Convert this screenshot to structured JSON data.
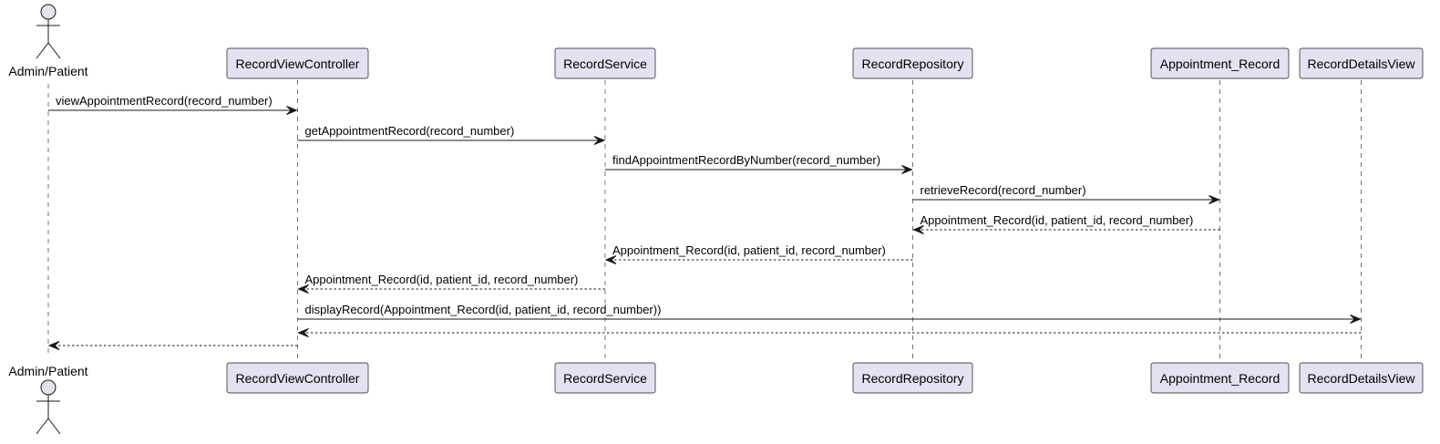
{
  "diagram": {
    "type": "sequence",
    "participants": [
      {
        "id": "admin",
        "label": "Admin/Patient",
        "kind": "actor"
      },
      {
        "id": "rvc",
        "label": "RecordViewController",
        "kind": "participant"
      },
      {
        "id": "rs",
        "label": "RecordService",
        "kind": "participant"
      },
      {
        "id": "rr",
        "label": "RecordRepository",
        "kind": "participant"
      },
      {
        "id": "ar",
        "label": "Appointment_Record",
        "kind": "participant"
      },
      {
        "id": "rdv",
        "label": "RecordDetailsView",
        "kind": "participant"
      }
    ],
    "messages": [
      {
        "from": "admin",
        "to": "rvc",
        "label": "viewAppointmentRecord(record_number)",
        "style": "solid"
      },
      {
        "from": "rvc",
        "to": "rs",
        "label": "getAppointmentRecord(record_number)",
        "style": "solid"
      },
      {
        "from": "rs",
        "to": "rr",
        "label": "findAppointmentRecordByNumber(record_number)",
        "style": "solid"
      },
      {
        "from": "rr",
        "to": "ar",
        "label": "retrieveRecord(record_number)",
        "style": "solid"
      },
      {
        "from": "ar",
        "to": "rr",
        "label": "Appointment_Record(id, patient_id, record_number)",
        "style": "dashed"
      },
      {
        "from": "rr",
        "to": "rs",
        "label": "Appointment_Record(id, patient_id, record_number)",
        "style": "dashed"
      },
      {
        "from": "rs",
        "to": "rvc",
        "label": "Appointment_Record(id, patient_id, record_number)",
        "style": "dashed"
      },
      {
        "from": "rvc",
        "to": "rdv",
        "label": "displayRecord(Appointment_Record(id, patient_id, record_number))",
        "style": "solid"
      },
      {
        "from": "rdv",
        "to": "rvc",
        "label": "",
        "style": "dashed"
      },
      {
        "from": "rvc",
        "to": "admin",
        "label": "",
        "style": "dashed"
      }
    ]
  }
}
